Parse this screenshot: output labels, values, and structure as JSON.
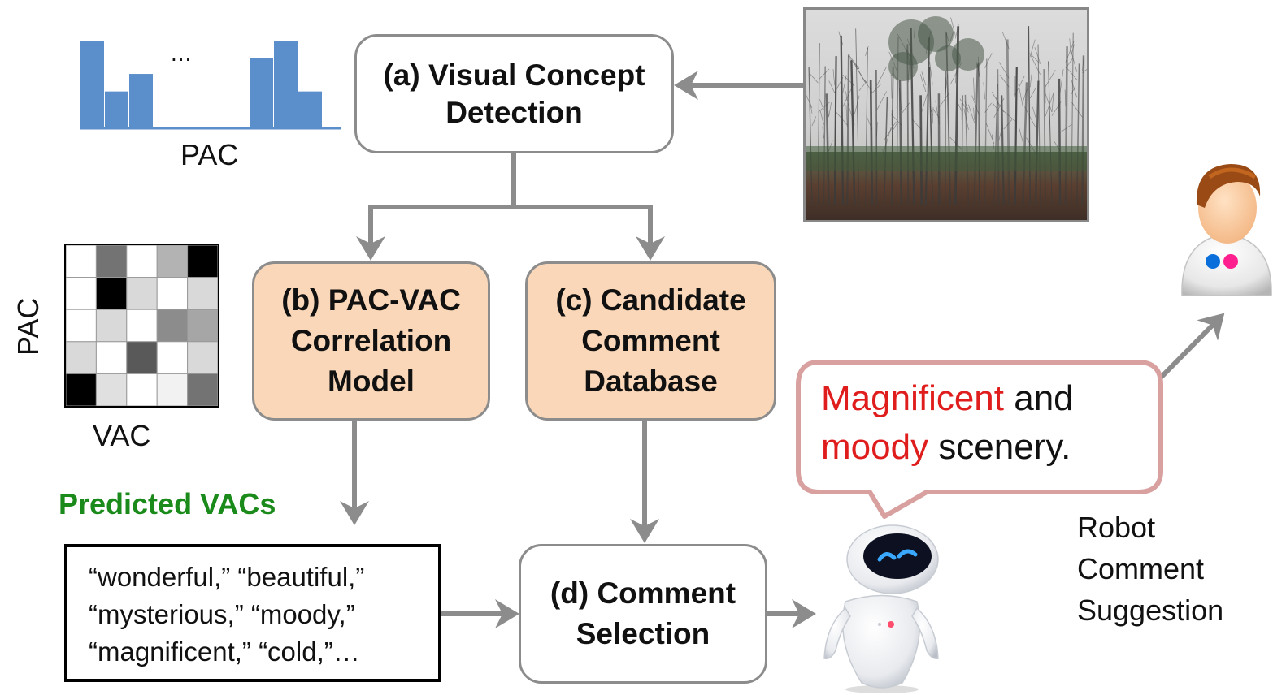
{
  "stages": {
    "a": {
      "lines": [
        "(a) Visual Concept",
        "Detection"
      ]
    },
    "b": {
      "lines": [
        "(b) PAC-VAC",
        "Correlation",
        "Model"
      ]
    },
    "c": {
      "lines": [
        "(c) Candidate",
        "Comment",
        "Database"
      ]
    },
    "d": {
      "lines": [
        "(d) Comment",
        "Selection"
      ]
    }
  },
  "pac_histogram": {
    "label": "PAC",
    "ellipsis": "...",
    "bar_color": "#5b8fcb",
    "bars_left": [
      1.0,
      0.42,
      0.62
    ],
    "bars_right": [
      0.8,
      1.0,
      0.42
    ]
  },
  "correlation_matrix": {
    "row_label": "PAC",
    "col_label": "VAC",
    "cells": [
      [
        1.0,
        0.45,
        1.0,
        0.7,
        0.0
      ],
      [
        1.0,
        0.0,
        0.85,
        1.0,
        0.85
      ],
      [
        1.0,
        0.85,
        1.0,
        0.55,
        0.65
      ],
      [
        0.85,
        1.0,
        0.35,
        1.0,
        0.85
      ],
      [
        0.0,
        0.88,
        1.0,
        0.95,
        0.45
      ]
    ]
  },
  "predicted": {
    "heading": "Predicted VACs",
    "heading_color": "#1a8a1a",
    "lines": [
      "“wonderful,” “beautiful,”",
      "“mysterious,” “moody,”",
      "“magnificent,” “cold,”…"
    ]
  },
  "bubble": {
    "word1": "Magnificent",
    "text1": " and",
    "word2": "moody",
    "text2": " scenery.",
    "highlight_color": "#e01d1d",
    "border_color": "#d9a0a0"
  },
  "robot_label": [
    "Robot",
    "Comment",
    "Suggestion"
  ],
  "colors": {
    "arrow": "#8c8c8c",
    "peach": "#f9d7b8",
    "user_badge_blue": "#0a6fdb",
    "user_badge_pink": "#ff1f8e"
  }
}
